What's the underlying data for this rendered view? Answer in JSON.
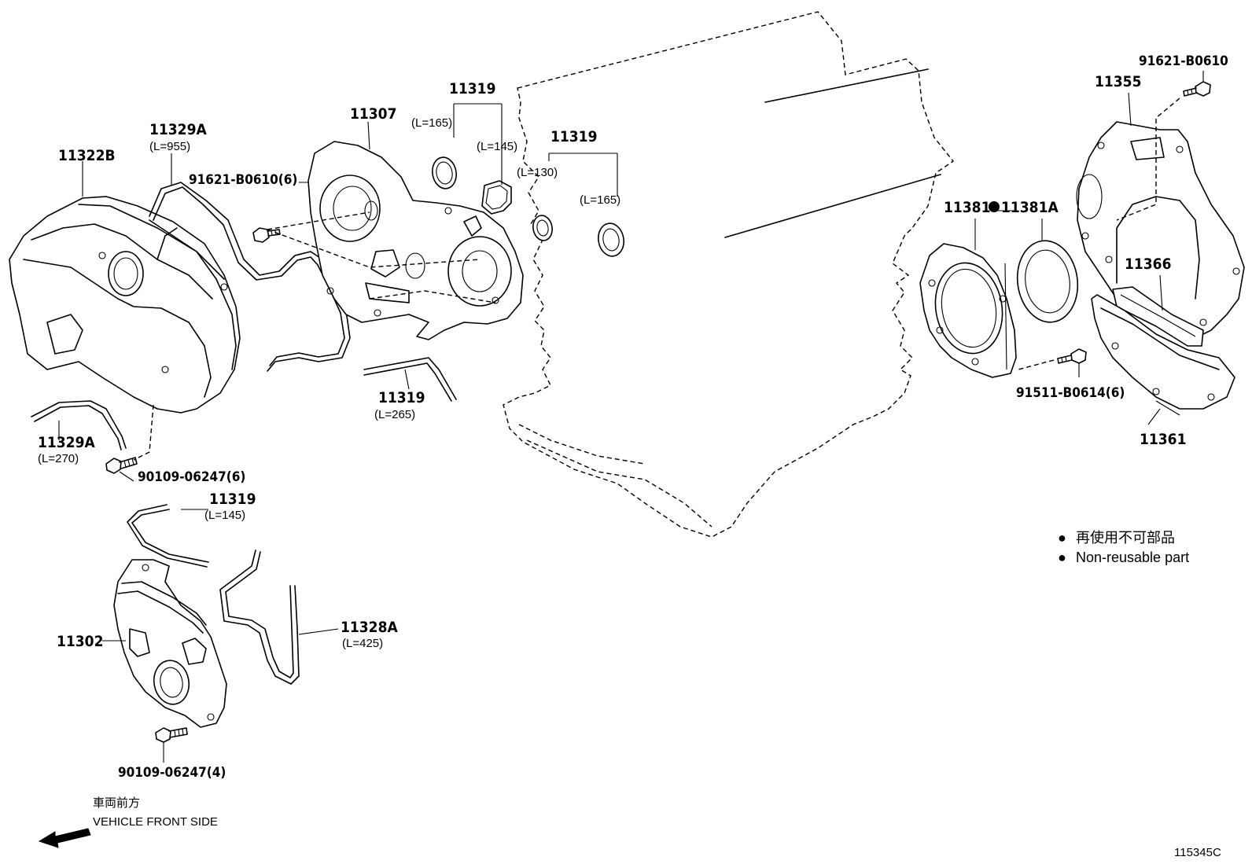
{
  "labels": {
    "p11322b": "11322B",
    "p11329a_top": "11329A",
    "p11329a_top_len": "(L=955)",
    "p91621_left": "91621-B0610(6)",
    "p11307": "11307",
    "p11319_a": "11319",
    "p11319_a_len1": "(L=165)",
    "p11319_a_len2": "(L=145)",
    "p11319_b": "11319",
    "p11319_b_len1": "(L=130)",
    "p11319_b_len2": "(L=165)",
    "p11319_c": "11319",
    "p11319_c_len": "(L=265)",
    "p11329a_bot": "11329A",
    "p11329a_bot_len": "(L=270)",
    "p90109_6": "90109-06247(6)",
    "p11319_d": "11319",
    "p11319_d_len": "(L=145)",
    "p11302": "11302",
    "p11328a": "11328A",
    "p11328a_len": "(L=425)",
    "p90109_4": "90109-06247(4)",
    "p91621_right": "91621-B0610",
    "p11355": "11355",
    "p11381": "11381",
    "p11381a": "11381A",
    "p11366": "11366",
    "p91511": "91511-B0614(6)",
    "p11361": "11361"
  },
  "legend": {
    "marker": "●",
    "line1": "再使用不可部品",
    "line2": "Non-reusable part"
  },
  "front": {
    "jp": "車両前方",
    "en": "VEHICLE FRONT SIDE"
  },
  "figure_id": "115345C"
}
